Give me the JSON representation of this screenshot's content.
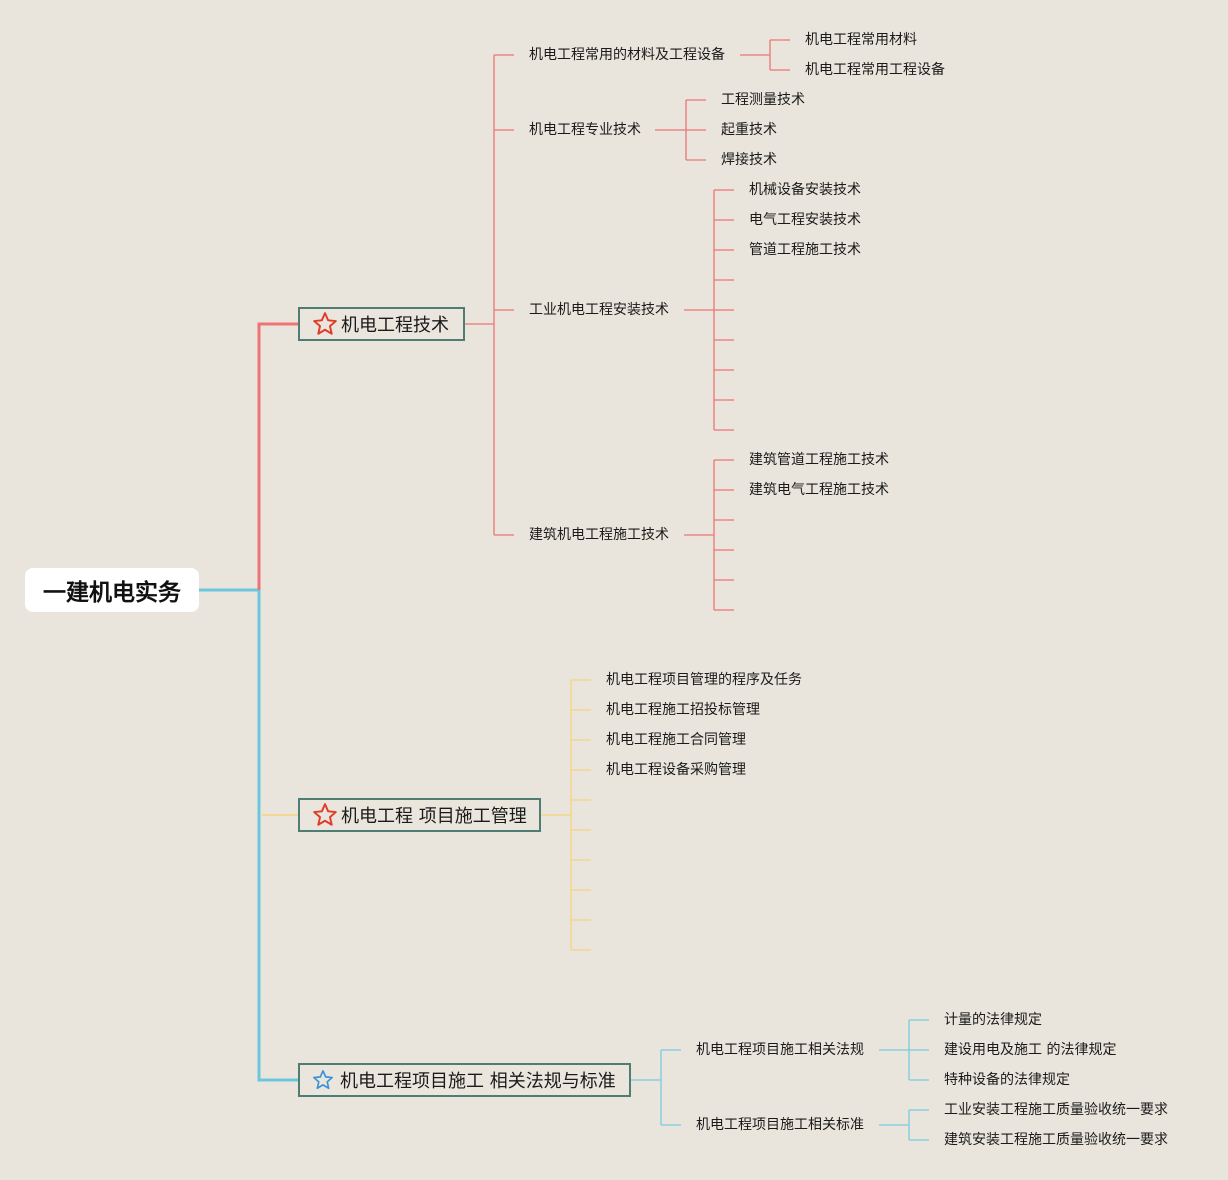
{
  "root": {
    "label": "一建机电实务"
  },
  "branches": [
    {
      "label": "机电工程技术",
      "color": "#ee7474",
      "star_color": "#e03c2c",
      "children": [
        {
          "label": "机电工程常用的材料及工程设备",
          "items": [
            "机电工程常用材料",
            "机电工程常用工程设备"
          ]
        },
        {
          "label": "机电工程专业技术",
          "items": [
            "工程测量技术",
            "起重技术",
            "焊接技术"
          ]
        },
        {
          "label": "工业机电工程安装技术",
          "items": [
            "机械设备安装技术",
            "电气工程安装技术",
            "管道工程施工技术",
            "",
            "",
            "",
            "",
            "",
            ""
          ]
        },
        {
          "label": "建筑机电工程施工技术",
          "items": [
            "建筑管道工程施工技术",
            "建筑电气工程施工技术",
            "",
            "",
            "",
            ""
          ]
        }
      ]
    },
    {
      "label": "机电工程 项目施工管理",
      "color": "#f6d47c",
      "star_color": "#e03c2c",
      "items": [
        "机电工程项目管理的程序及任务",
        "机电工程施工招投标管理",
        "机电工程施工合同管理",
        "机电工程设备采购管理",
        "",
        "",
        "",
        "",
        "",
        ""
      ]
    },
    {
      "label": "机电工程项目施工 相关法规与标准",
      "color": "#7accde",
      "star_color": "#3b92d6",
      "children": [
        {
          "label": "机电工程项目施工相关法规",
          "items": [
            "计量的法律规定",
            "建设用电及施工 的法律规定",
            "特种设备的法律规定"
          ]
        },
        {
          "label": "机电工程项目施工相关标准",
          "items": [
            "工业安装工程施工质量验收统一要求",
            "建筑安装工程施工质量验收统一要求"
          ]
        }
      ]
    }
  ],
  "colors": {
    "background": "#e9e5dc",
    "root_line": "#6cc6dd",
    "node_border": "#4f7c73"
  }
}
